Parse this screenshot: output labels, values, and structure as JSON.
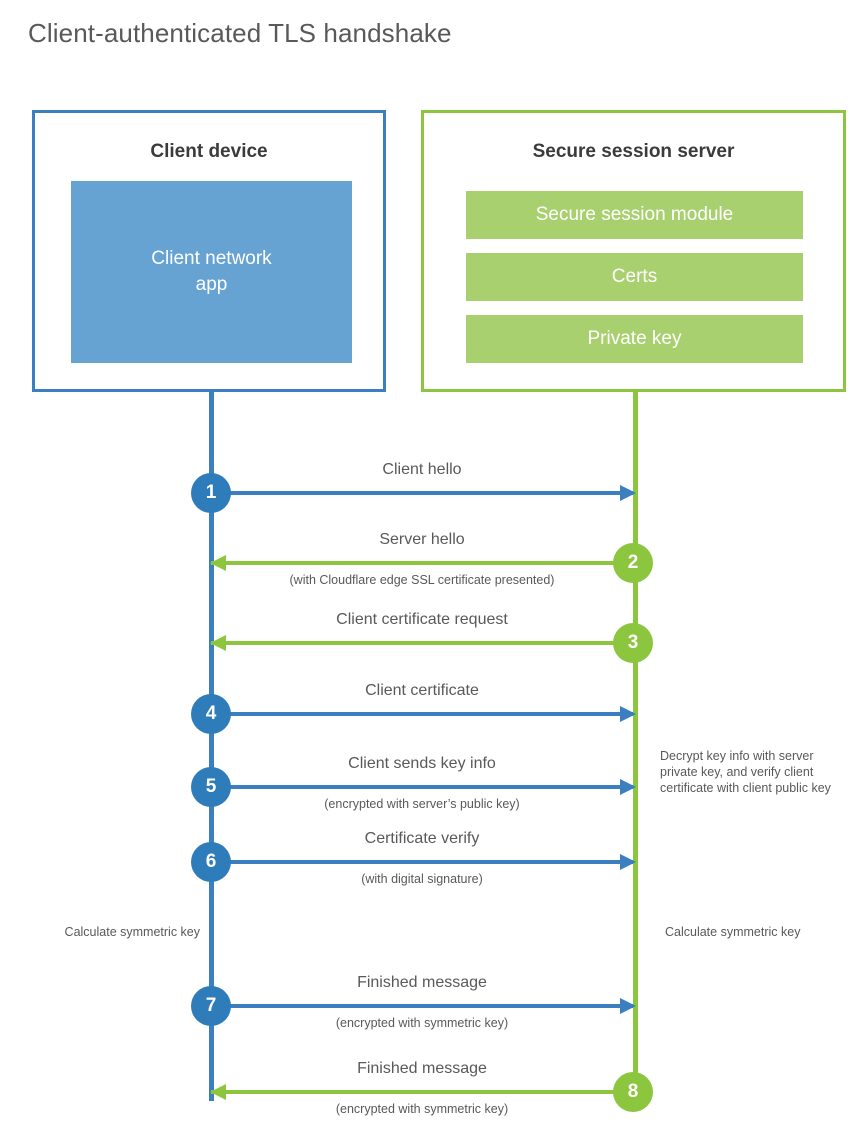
{
  "title": "Client-authenticated TLS handshake",
  "colors": {
    "blue_border": "#3b7fc0",
    "blue_fill": "#66a3d2",
    "blue_badge": "#2e7cba",
    "green_border": "#8cc63e",
    "green_fill": "#a9d06f",
    "text": "#58595b",
    "heading": "#3b3b3d"
  },
  "client": {
    "title": "Client device",
    "app_label": "Client network\napp",
    "app_line1": "Client network",
    "app_line2": "app"
  },
  "server": {
    "title": "Secure session server",
    "components": [
      {
        "label": "Secure session module"
      },
      {
        "label": "Certs"
      },
      {
        "label": "Private key"
      }
    ]
  },
  "notes": {
    "decrypt": "Decrypt key info with server private key, and verify client certificate with client public key",
    "calculate_client": "Calculate symmetric key",
    "calculate_server": "Calculate symmetric key"
  },
  "chart_data": {
    "type": "sequence-diagram",
    "title": "Client-authenticated TLS handshake",
    "participants": [
      "Client device",
      "Secure session server"
    ],
    "steps": [
      {
        "number": "1",
        "label": "Client hello",
        "caption": "",
        "from": "client",
        "to": "server",
        "direction": "right",
        "color": "blue"
      },
      {
        "number": "2",
        "label": "Server hello",
        "caption": "(with Cloudflare edge SSL certificate presented)",
        "from": "server",
        "to": "client",
        "direction": "left",
        "color": "green"
      },
      {
        "number": "3",
        "label": "Client certificate request",
        "caption": "",
        "from": "server",
        "to": "client",
        "direction": "left",
        "color": "green"
      },
      {
        "number": "4",
        "label": "Client certificate",
        "caption": "",
        "from": "client",
        "to": "server",
        "direction": "right",
        "color": "blue"
      },
      {
        "number": "5",
        "label": "Client sends key info",
        "caption": "(encrypted with server’s public key)",
        "from": "client",
        "to": "server",
        "direction": "right",
        "color": "blue"
      },
      {
        "number": "6",
        "label": "Certificate verify",
        "caption": "(with digital signature)",
        "from": "client",
        "to": "server",
        "direction": "right",
        "color": "blue"
      },
      {
        "number": "7",
        "label": "Finished message",
        "caption": "(encrypted with symmetric key)",
        "from": "client",
        "to": "server",
        "direction": "right",
        "color": "blue"
      },
      {
        "number": "8",
        "label": "Finished message",
        "caption": "(encrypted with symmetric key)",
        "from": "server",
        "to": "client",
        "direction": "left",
        "color": "green"
      }
    ]
  }
}
